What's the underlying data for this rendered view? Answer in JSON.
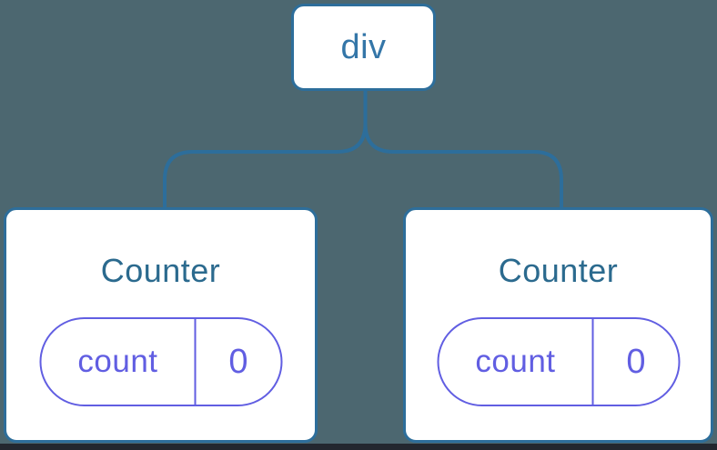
{
  "tree": {
    "root": {
      "label": "div"
    },
    "children": [
      {
        "title": "Counter",
        "state": {
          "key": "count",
          "value": "0"
        }
      },
      {
        "title": "Counter",
        "state": {
          "key": "count",
          "value": "0"
        }
      }
    ]
  },
  "colors": {
    "background": "#4C6770",
    "connector_blue": "#2D6E9B",
    "root_label": "#3476A8",
    "component_title": "#2B6A8E",
    "state_purple": "#615EE2",
    "card_background": "#FFFFFF",
    "bottom_strip": "#23272F"
  }
}
